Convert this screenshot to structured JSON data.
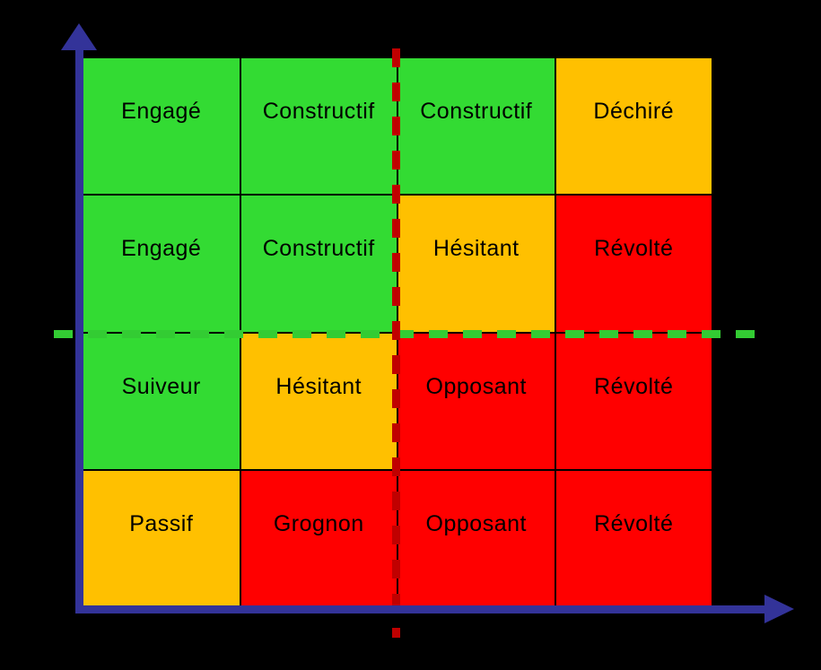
{
  "figure": {
    "background": "#000000",
    "colors": {
      "green": "#33DB33",
      "orange": "#FFC000",
      "red": "#FF0000",
      "axis_blue": "#333399",
      "dash_red": "#C00000",
      "dash_green": "#33CC33",
      "grid_line": "#000000",
      "text": "#000000"
    },
    "matrix": {
      "rows": [
        {
          "cells": [
            {
              "label": "Engagé",
              "color": "green"
            },
            {
              "label": "Constructif",
              "color": "green"
            },
            {
              "label": "Constructif",
              "color": "green"
            },
            {
              "label": "Déchiré",
              "color": "orange"
            }
          ]
        },
        {
          "cells": [
            {
              "label": "Engagé",
              "color": "green"
            },
            {
              "label": "Constructif",
              "color": "green"
            },
            {
              "label": "Hésitant",
              "color": "orange"
            },
            {
              "label": "Révolté",
              "color": "red"
            }
          ]
        },
        {
          "cells": [
            {
              "label": "Suiveur",
              "color": "green"
            },
            {
              "label": "Hésitant",
              "color": "orange"
            },
            {
              "label": "Opposant",
              "color": "red"
            },
            {
              "label": "Révolté",
              "color": "red"
            }
          ]
        },
        {
          "cells": [
            {
              "label": "Passif",
              "color": "orange"
            },
            {
              "label": "Grognon",
              "color": "red"
            },
            {
              "label": "Opposant",
              "color": "red"
            },
            {
              "label": "Révolté",
              "color": "red"
            }
          ]
        }
      ]
    },
    "threshold_lines": {
      "vertical": {
        "style": "dashed",
        "color_key": "dash_red",
        "position": "between columns 2 and 3"
      },
      "horizontal": {
        "style": "dashed",
        "color_key": "dash_green",
        "position": "between rows 2 and 3"
      }
    }
  }
}
